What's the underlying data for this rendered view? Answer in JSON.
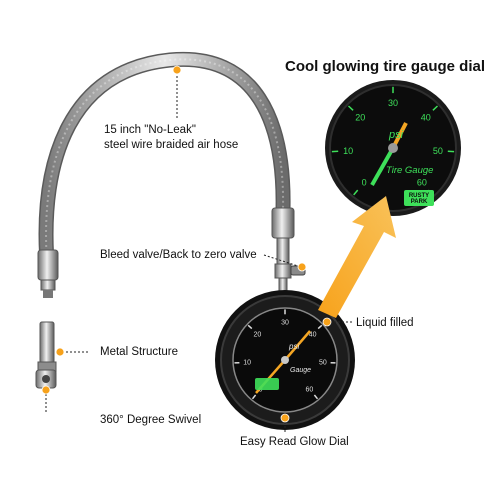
{
  "title": "Cool glowing tire gauge dial",
  "callouts": {
    "hose_line1": "15 inch \"No-Leak\"",
    "hose_line2": "steel wire braided air hose",
    "bleed_valve": "Bleed valve/Back to zero valve",
    "metal_structure": "Metal Structure",
    "swivel": "360° Degree Swivel",
    "liquid_filled": "Liquid filled",
    "glow_dial": "Easy Read Glow Dial"
  },
  "dial_glow": {
    "unit": "psi",
    "brand_text": "Tire Gauge",
    "logo": "RUSTY PARK",
    "ticks": [
      "0",
      "10",
      "20",
      "30",
      "40",
      "50",
      "60"
    ]
  },
  "dial_small": {
    "unit": "psi",
    "brand_text": "Gauge",
    "ticks": [
      "0",
      "10",
      "20",
      "30",
      "40",
      "50",
      "60"
    ]
  },
  "colors": {
    "glow": "#3ee05a",
    "needle": "#f5a623",
    "accent_orange": "#f7a21b",
    "leader": "#222222",
    "dial_bg": "#0c0c0c"
  }
}
